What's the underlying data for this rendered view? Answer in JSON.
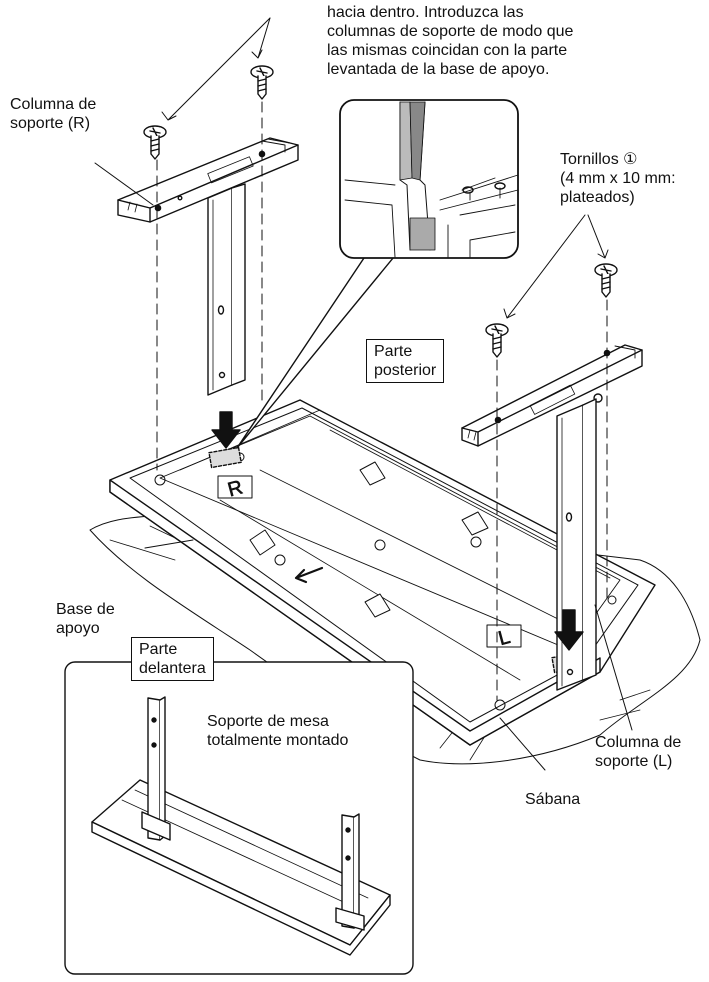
{
  "instruction": {
    "lines": [
      "hacia dentro. Introduzca las",
      "columnas de soporte de modo que",
      "las mismas coincidan con la parte",
      "levantada de la base de apoyo."
    ]
  },
  "labels": {
    "column_r": [
      "Columna de",
      "soporte (R)"
    ],
    "screws": [
      "Tornillos ①",
      "(4 mm x 10 mm:",
      "plateados)"
    ],
    "rear": [
      "Parte",
      "posterior"
    ],
    "front": [
      "Parte",
      "delantera"
    ],
    "base": [
      "Base de",
      "apoyo"
    ],
    "column_l": [
      "Columna de",
      "soporte (L)"
    ],
    "sheet": "Sábana",
    "assembled": [
      "Soporte de mesa",
      "totalmente montado"
    ]
  },
  "markings": {
    "right": "R",
    "left": "L"
  }
}
